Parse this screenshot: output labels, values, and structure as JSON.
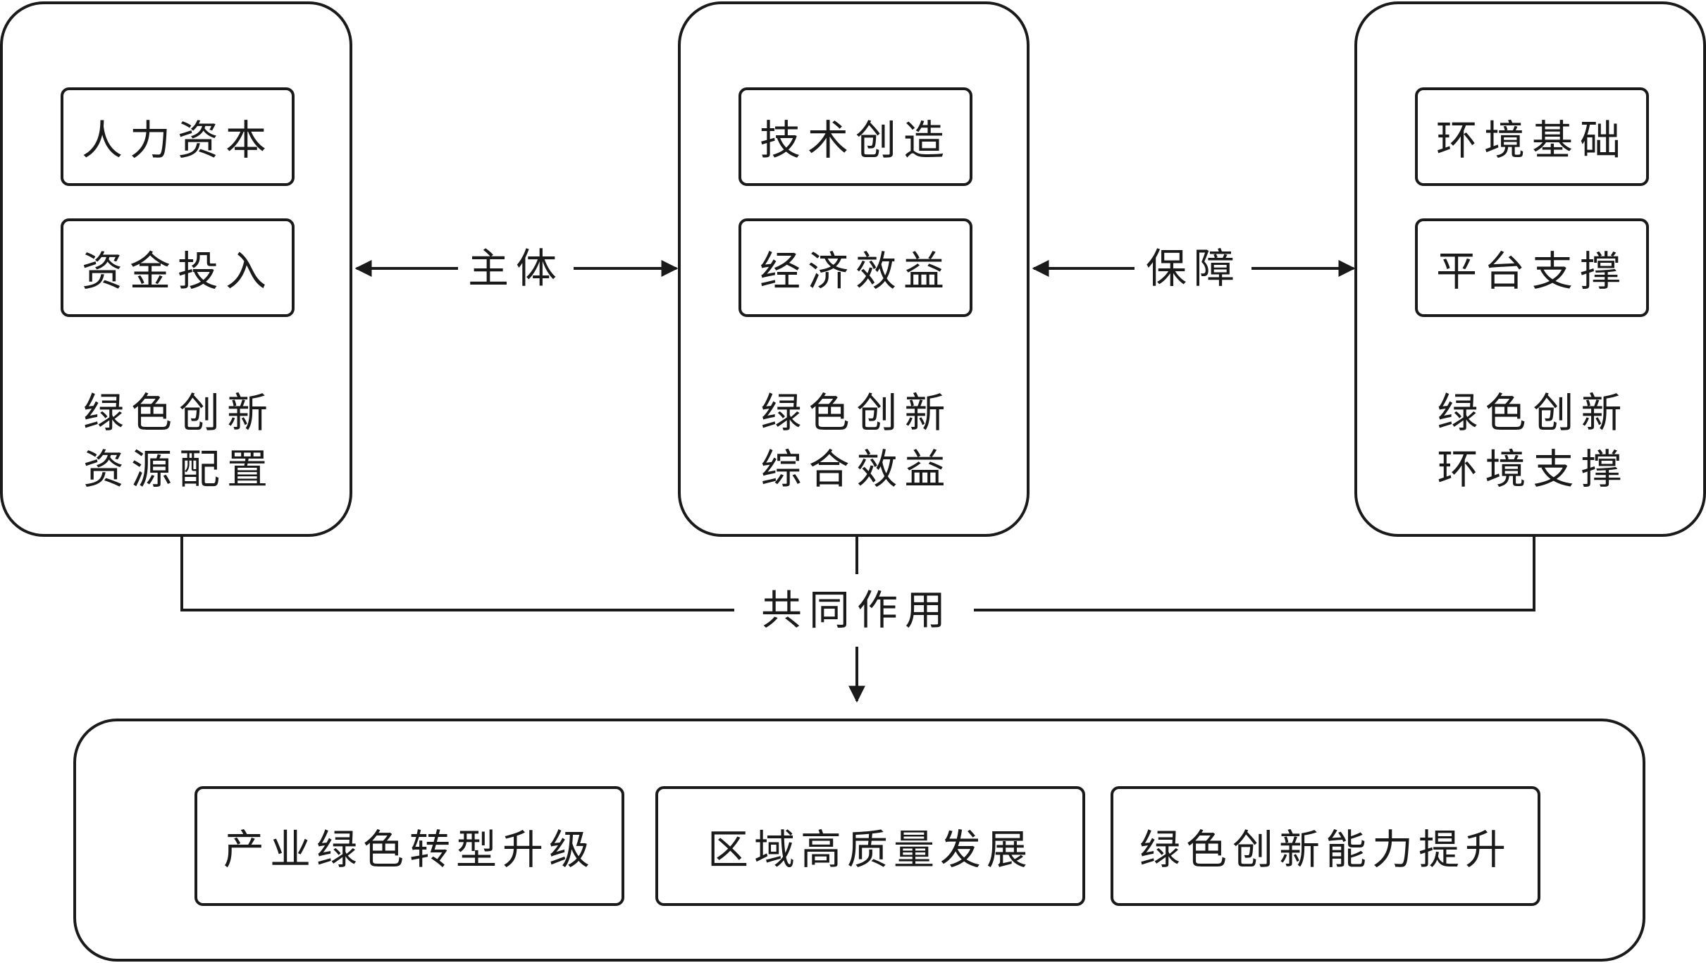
{
  "groups": {
    "resource": {
      "items": [
        "人力资本",
        "资金投入"
      ],
      "caption": [
        "绿色创新",
        "资源配置"
      ]
    },
    "benefit": {
      "items": [
        "技术创造",
        "经济效益"
      ],
      "caption": [
        "绿色创新",
        "综合效益"
      ]
    },
    "environment": {
      "items": [
        "环境基础",
        "平台支撑"
      ],
      "caption": [
        "绿色创新",
        "环境支撑"
      ]
    }
  },
  "relations": {
    "left": "主体",
    "right": "保障",
    "joint": "共同作用"
  },
  "outcomes": [
    "产业绿色转型升级",
    "区域高质量发展",
    "绿色创新能力提升"
  ]
}
